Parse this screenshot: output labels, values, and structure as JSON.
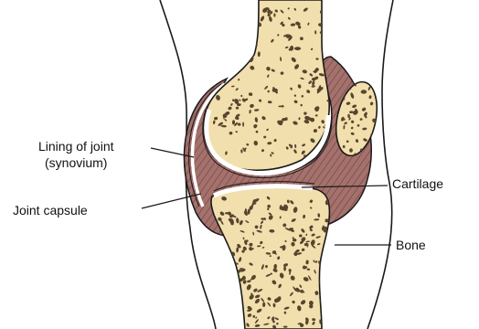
{
  "labels": {
    "synovium_line1": "Lining of joint",
    "synovium_line2": "(synovium)",
    "joint_capsule": "Joint capsule",
    "cartilage": "Cartilage",
    "bone": "Bone"
  },
  "colors": {
    "bone": "#f2dfae",
    "bone_pore": "#57452d",
    "synovial_space": "#a5716c",
    "cartilage": "#ffffff",
    "outline": "#1a1a1a"
  }
}
